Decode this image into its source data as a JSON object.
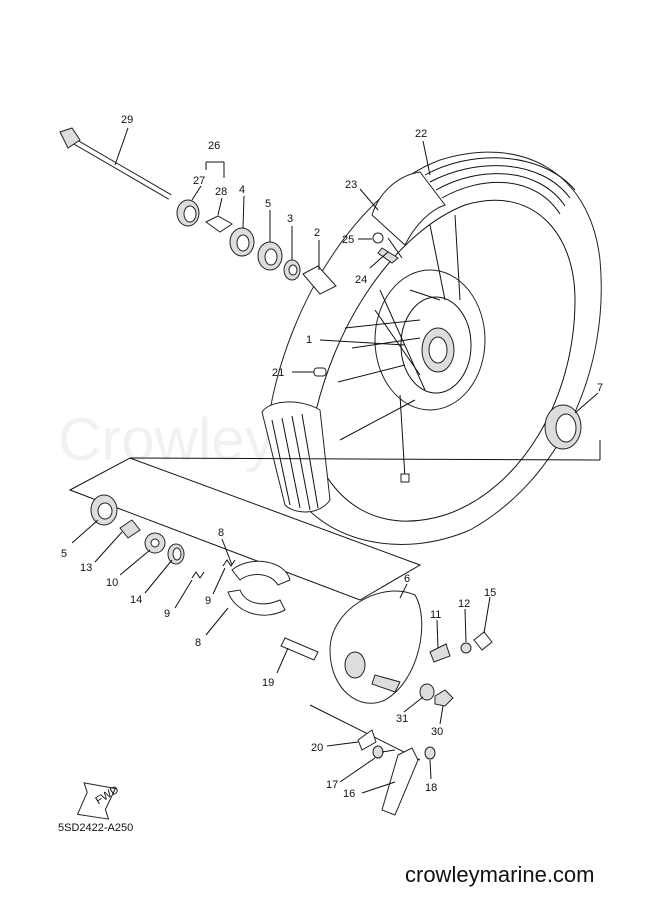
{
  "watermark": "Crowley Marine",
  "diagram_code": "5SD2422-A250",
  "site": "crowleymarine.com",
  "fwd_label": "FWD",
  "callouts": {
    "c29": "29",
    "c26": "26",
    "c27": "27",
    "c28": "28",
    "c4": "4",
    "c5a": "5",
    "c3": "3",
    "c2": "2",
    "c22": "22",
    "c23": "23",
    "c25": "25",
    "c24": "24",
    "c1": "1",
    "c21": "21",
    "c7": "7",
    "c8a": "8",
    "c5b": "5",
    "c13": "13",
    "c10": "10",
    "c14": "14",
    "c9a": "9",
    "c9b": "9",
    "c8b": "8",
    "c6": "6",
    "c11": "11",
    "c12": "12",
    "c15": "15",
    "c19": "19",
    "c31": "31",
    "c30": "30",
    "c20": "20",
    "c17": "17",
    "c16": "16",
    "c18": "18"
  }
}
